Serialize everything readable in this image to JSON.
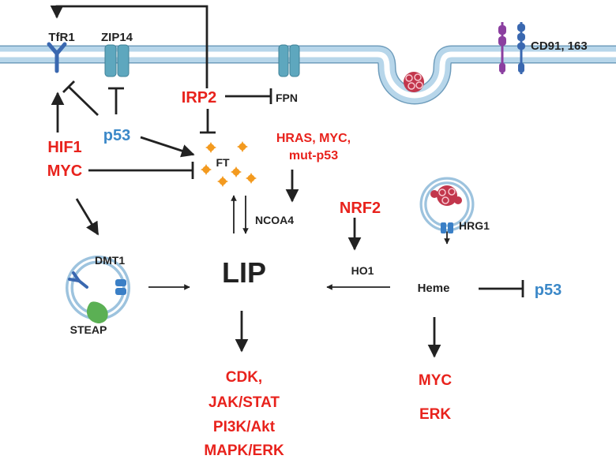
{
  "labels": {
    "tfr1": "TfR1",
    "zip14": "ZIP14",
    "irp2": "IRP2",
    "fpn": "FPN",
    "cd91": "CD91, 163",
    "p53_top": "p53",
    "hif1": "HIF1",
    "myc_left": "MYC",
    "ft": "FT",
    "hras": "HRAS, MYC,",
    "mutp53": "mut-p53",
    "ncoa4": "NCOA4",
    "nrf2": "NRF2",
    "hrg1": "HRG1",
    "dmt1": "DMT1",
    "steap": "STEAP",
    "lip": "LIP",
    "ho1": "HO1",
    "heme": "Heme",
    "p53_right": "p53",
    "cdk": "CDK,",
    "jakstat": "JAK/STAT",
    "pi3k": "PI3K/Akt",
    "mapk": "MAPK/ERK",
    "myc_right": "MYC",
    "erk": "ERK"
  },
  "colors": {
    "red": "#e8221c",
    "blue": "#3b88c8",
    "black": "#222222",
    "membrane": "#a9cde3",
    "membrane_edge": "#6f9dbc",
    "ferritin": "#c2364c",
    "iron": "#f39a1f",
    "receptor_blue": "#3a68b0",
    "receptor_purple": "#8b3fa0",
    "channel": "#5ea7be",
    "steap_green": "#5bb054"
  },
  "icons": [
    "tfr1-receptor-icon",
    "zip14-channel-icon",
    "fpn-channel-icon",
    "cd91-receptor-icon",
    "cd163-receptor-icon",
    "ferritin-icon",
    "iron-particle-icon",
    "endosome-icon",
    "hrg1-channel-icon"
  ]
}
